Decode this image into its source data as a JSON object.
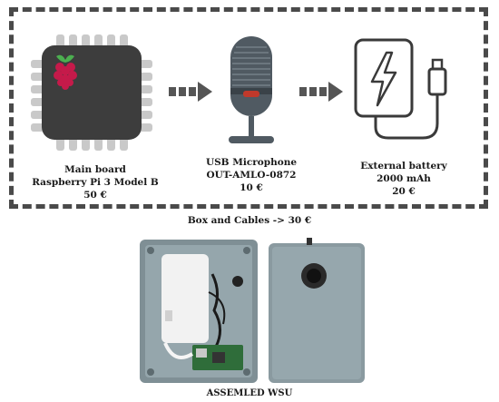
{
  "components": [
    {
      "name_line1": "Main board",
      "name_line2": "Raspberry Pi 3 Model B",
      "price": "50 €"
    },
    {
      "name_line1": "USB Microphone",
      "name_line2": "OUT-AMLO-0872",
      "price": "10 €"
    },
    {
      "name_line1": "External battery",
      "name_line2": "2000 mAh",
      "price": "20 €"
    }
  ],
  "box_cables": "Box and Cables -> 30 €",
  "assembled_label": "ASSEMLED WSU",
  "colors": {
    "frame": "#4a4a4a",
    "chip": "#3d3d3d",
    "pins": "#c9c9c9",
    "raspberry": "#c51a4a",
    "mic_body": "#505a62",
    "battery_stroke": "#3a3a3a",
    "box": "#8a9aa0"
  },
  "icons": [
    "raspberry-pi-chip-icon",
    "microphone-icon",
    "battery-icon",
    "arrow-icon"
  ]
}
